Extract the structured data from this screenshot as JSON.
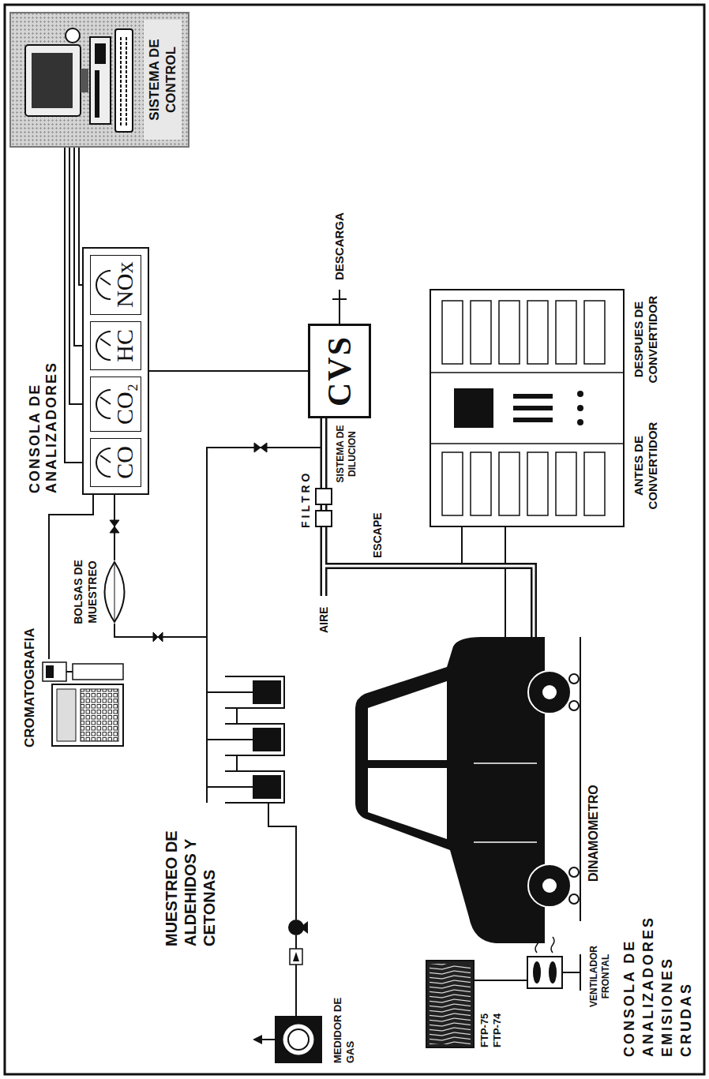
{
  "diagram": {
    "nodes": [
      {
        "text": [
          "CROMATOGRAFIA"
        ]
      },
      {
        "text": [
          "CONSOLA DE ANALIZADORES"
        ]
      },
      {
        "text": [
          "CO"
        ],
        "in": 1
      },
      {
        "text": [
          "CO₂"
        ],
        "in": 1
      },
      {
        "text": [
          "HC"
        ],
        "in": 1
      },
      {
        "text": [
          "NOx"
        ],
        "in": 1
      },
      {
        "text": [
          "SISTEMA DE CONTROL"
        ]
      },
      {
        "text": [
          "BOLSAS DE MUESTREO"
        ]
      },
      {
        "text": [
          "CVS"
        ]
      }
    ],
    "edges": [
      {
        "from": 0,
        "to": 1,
        "arrow": "none"
      },
      {
        "from": 7,
        "to": 1,
        "arrow": "none"
      },
      {
        "from": 8,
        "to": 1,
        "arrow": "none"
      },
      {
        "from": 2,
        "to": 6,
        "arrow": "none"
      },
      {
        "from": 3,
        "to": 6,
        "arrow": "none"
      },
      {
        "from": 4,
        "to": 6,
        "arrow": "none"
      },
      {
        "from": 5,
        "to": 6,
        "arrow": "none"
      }
    ],
    "labels": [
      "MUESTREO DE ALDEHIDOS Y CETONAS",
      "MEDIDOR DE GAS",
      "DESCARGA",
      "FILTRO",
      "SISTEMA DE DILUCION",
      "AIRE",
      "ESCAPE",
      "DESPUES DE CONVERTIDOR",
      "ANTES DE CONVERTIDOR",
      "DINAMOMETRO",
      "FTP-75",
      "FTP-74",
      "VENTILADOR FRONTAL",
      "CONSOLA DE ANALIZADORES EMISIONES CRUDAS"
    ]
  }
}
